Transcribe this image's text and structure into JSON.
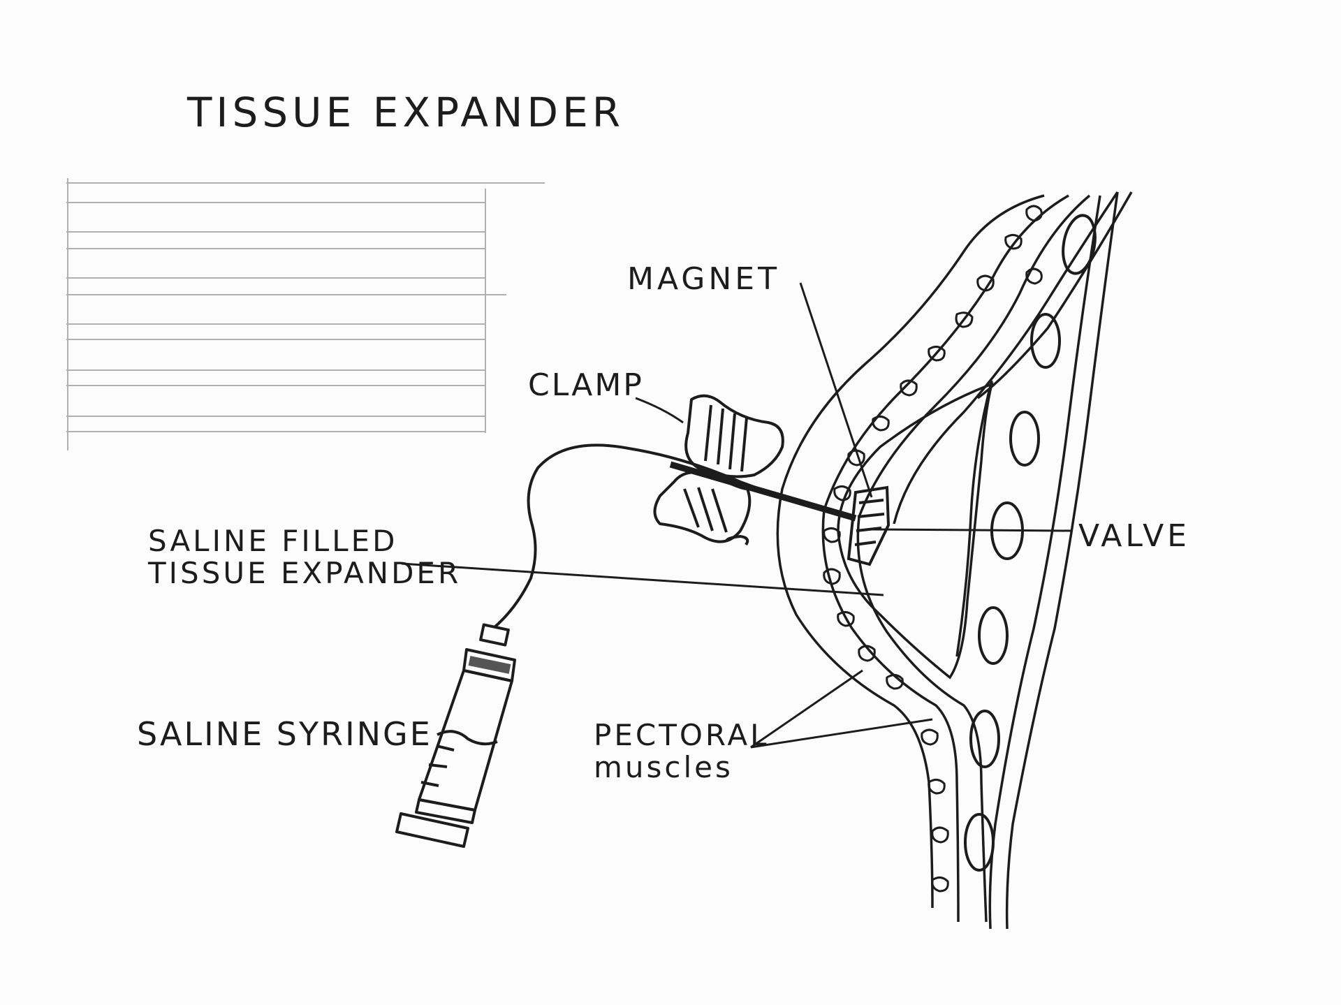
{
  "diagram": {
    "title": "TISSUE EXPANDER",
    "labels": {
      "magnet": "MAGNET",
      "clamp": "CLAMP",
      "valve": "VALVE",
      "saline_expander_line1": "SALINE FILLED",
      "saline_expander_line2": "TISSUE EXPANDER",
      "saline_syringe": "SALINE SYRINGE",
      "pectoral_line1": "PECTORAL",
      "pectoral_line2": "muscles"
    },
    "colors": {
      "ink": "#1c1c1c",
      "paper": "#fcfcfc",
      "ruled_lines": "#b0b0b0"
    }
  }
}
